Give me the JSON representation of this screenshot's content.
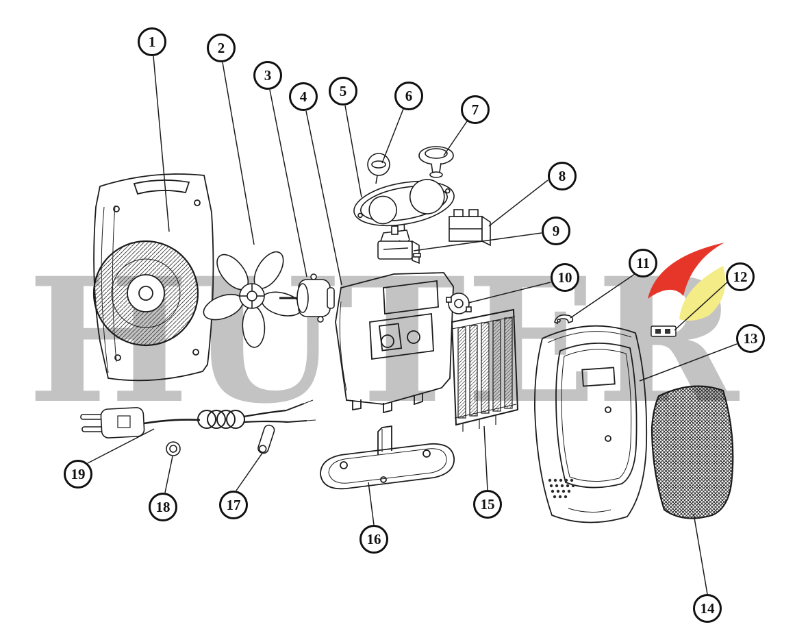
{
  "diagram": {
    "watermark": "HUTER",
    "callouts": [
      "1",
      "2",
      "3",
      "4",
      "5",
      "6",
      "7",
      "8",
      "9",
      "10",
      "11",
      "12",
      "13",
      "14",
      "15",
      "16",
      "17",
      "18",
      "19"
    ]
  },
  "colors": {
    "line": "#1b1b1b",
    "watermark_gray": "#c3c3c3",
    "logo_red": "#e6362a",
    "logo_yellow": "#f4ec86"
  }
}
